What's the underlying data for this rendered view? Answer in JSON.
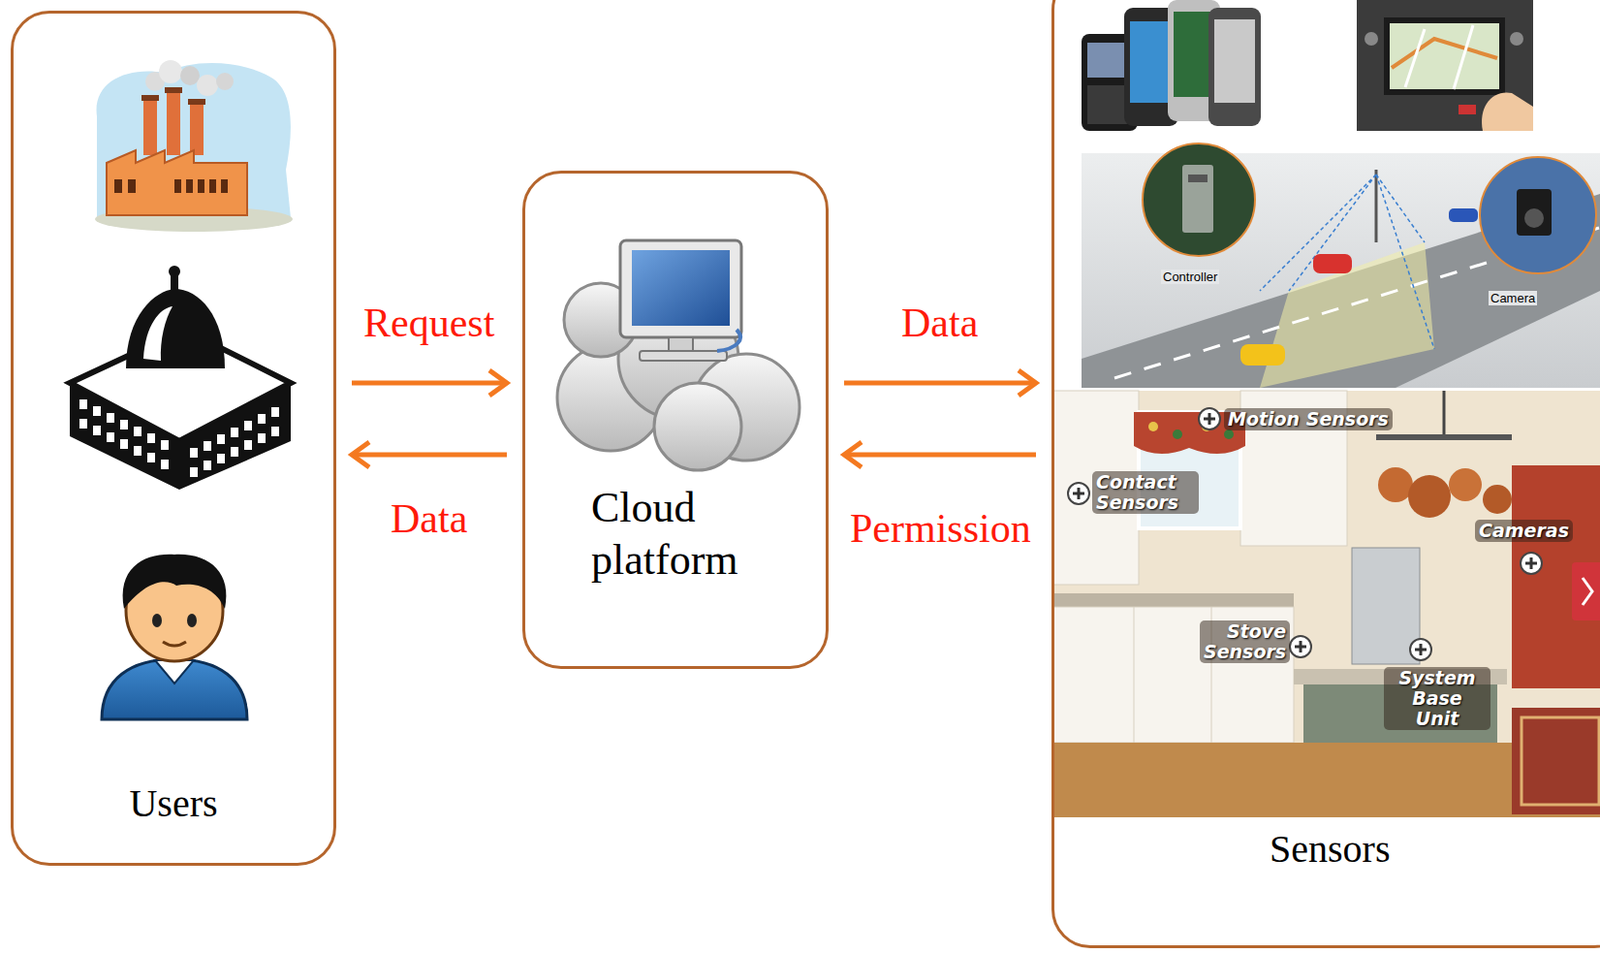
{
  "diagram": {
    "nodes": [
      {
        "text": [
          "Users"
        ]
      },
      {
        "text": [
          "Cloud platform"
        ]
      },
      {
        "text": [
          "Sensors"
        ]
      }
    ],
    "edges": [
      {
        "from": 0,
        "to": 1,
        "arrow": "to",
        "label": "Request"
      },
      {
        "from": 1,
        "to": 0,
        "arrow": "to",
        "label": "Data"
      },
      {
        "from": 1,
        "to": 2,
        "arrow": "to",
        "label": "Data"
      },
      {
        "from": 2,
        "to": 1,
        "arrow": "to",
        "label": "Permission"
      }
    ],
    "labels": [
      "Controller",
      "Camera",
      "Motion Sensors",
      "Contact Sensors",
      "Cameras",
      "Stove Sensors",
      "System Base Unit"
    ]
  }
}
